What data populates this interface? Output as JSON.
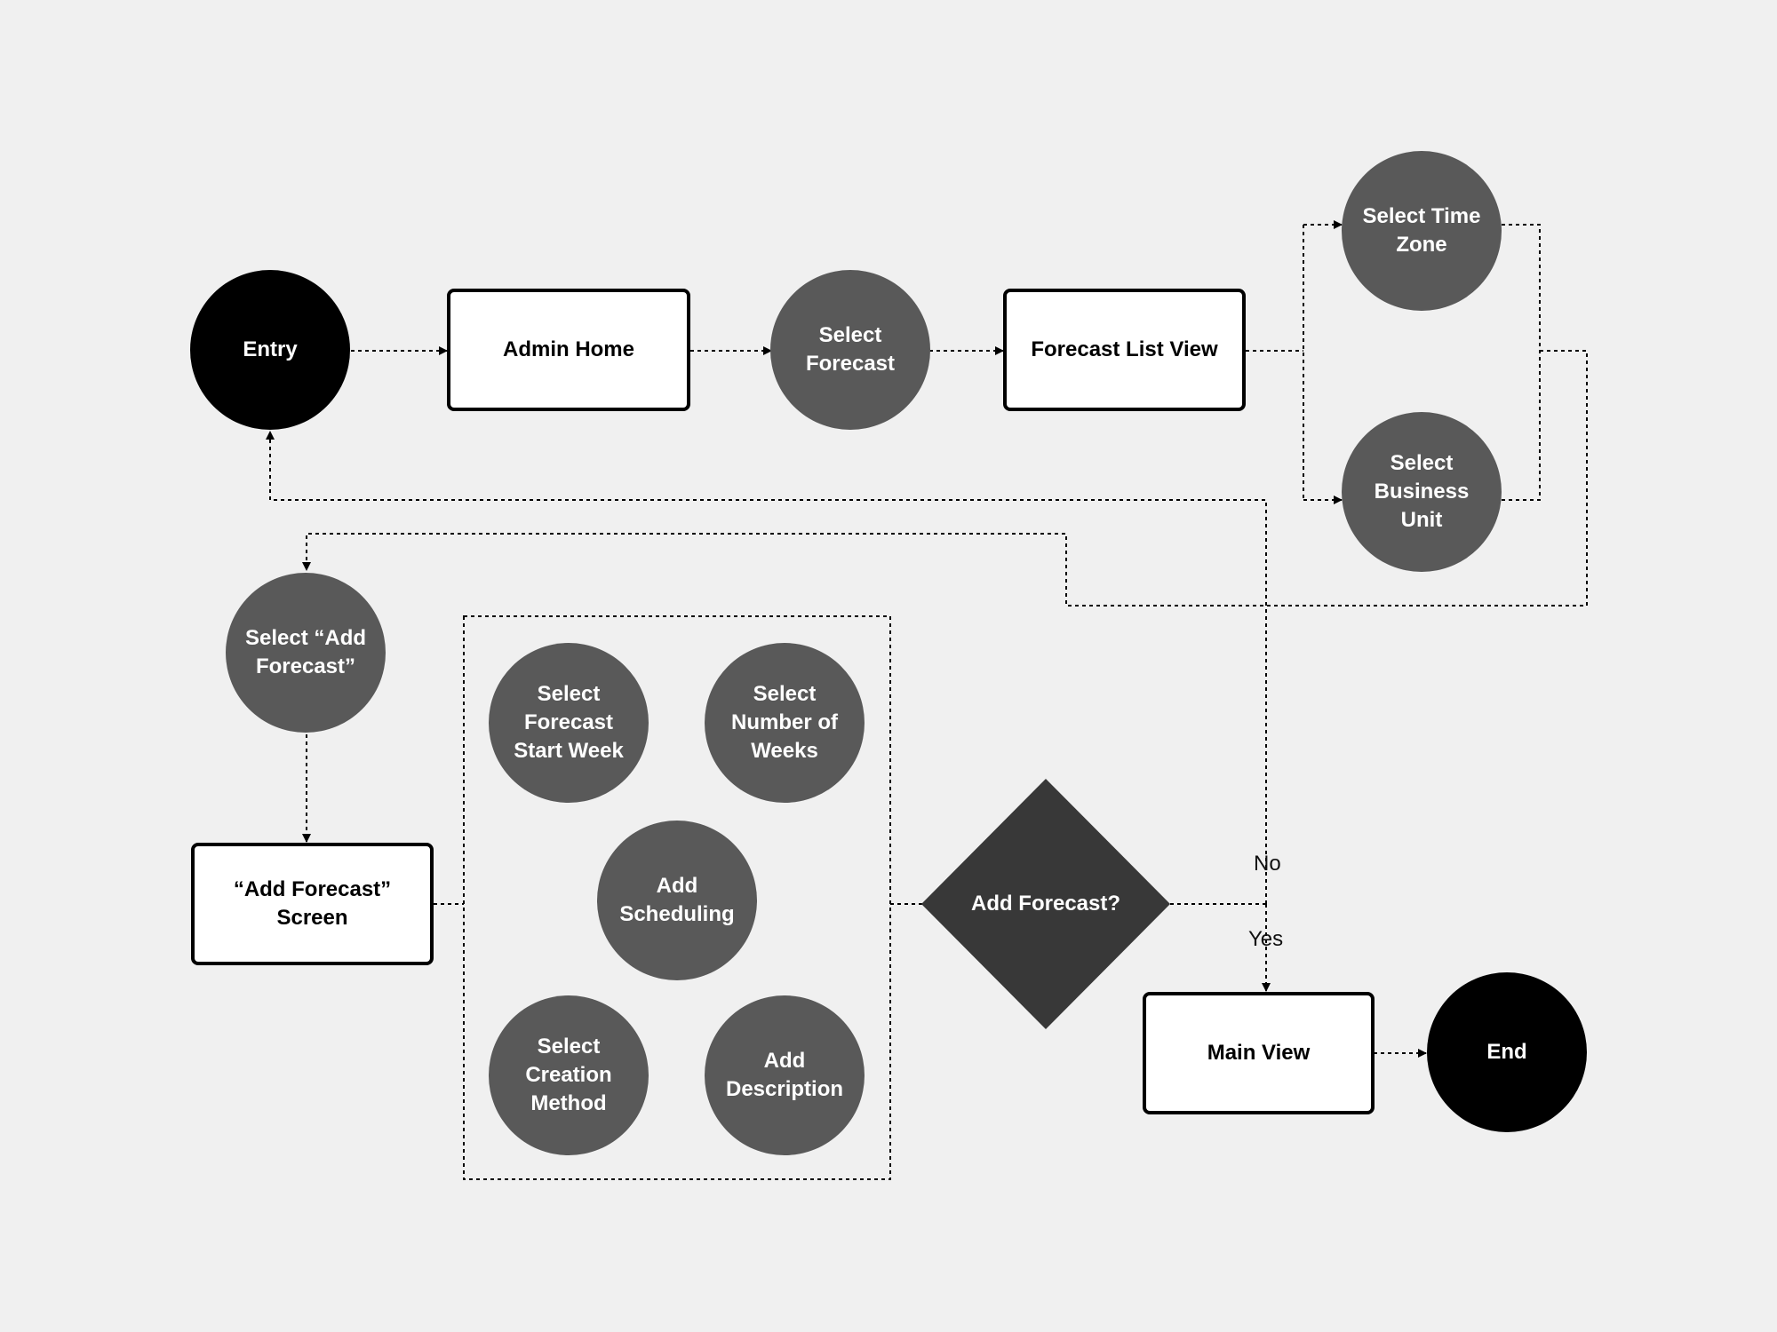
{
  "colors": {
    "background": "#f0f0f0",
    "terminal": "#000000",
    "action": "#595959",
    "decision": "#383838",
    "screen_fill": "#ffffff",
    "screen_border": "#000000",
    "connector": "#000000"
  },
  "nodes": {
    "entry": "Entry",
    "admin_home": "Admin Home",
    "select_forecast": "Select\nForecast",
    "forecast_list_view": "Forecast List View",
    "select_time_zone": "Select Time\nZone",
    "select_business_unit": "Select\nBusiness\nUnit",
    "select_add_forecast": "Select “Add\nForecast”",
    "add_forecast_screen": "“Add Forecast”\nScreen",
    "select_forecast_start_week": "Select\nForecast\nStart Week",
    "select_number_of_weeks": "Select\nNumber of\nWeeks",
    "add_scheduling": "Add\nScheduling",
    "select_creation_method": "Select\nCreation\nMethod",
    "add_description": "Add\nDescription",
    "add_forecast_decision": "Add Forecast?",
    "main_view": "Main View",
    "end": "End"
  },
  "edge_labels": {
    "no": "No",
    "yes": "Yes"
  }
}
